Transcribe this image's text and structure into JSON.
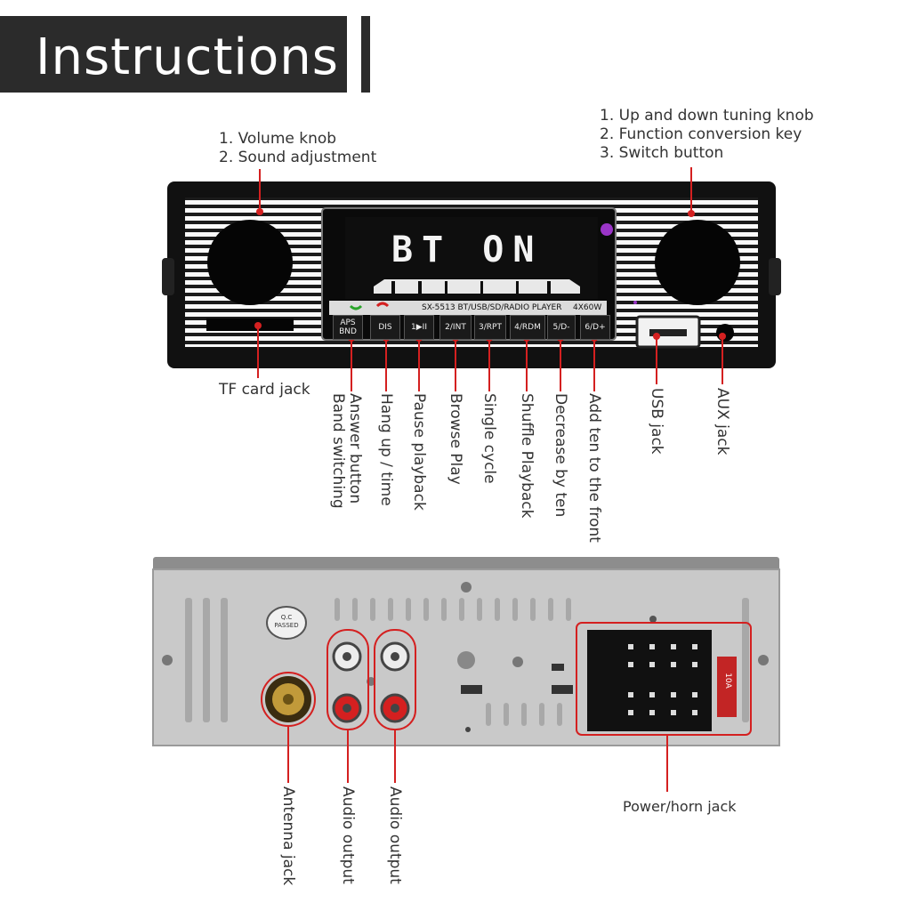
{
  "header": {
    "title": "Instructions"
  },
  "front": {
    "left_knob": [
      "1. Volume knob",
      "2. Sound adjustment"
    ],
    "right_knob": [
      "1. Up and down tuning knob",
      "2. Function conversion key",
      "3. Switch button"
    ],
    "lcd_text": "BT ON",
    "model_line": "SX-5513   BT/USB/SD/RADIO PLAYER",
    "power_line": "4X60W",
    "buttons": [
      "APS\nBND",
      "DIS",
      "1▶II",
      "2/INT",
      "3/RPT",
      "4/RDM",
      "5/D-",
      "6/D+"
    ],
    "tf_label": "TF card jack",
    "button_labels": [
      "Answer button\nBand switching",
      "Hang up / time",
      "Pause playback",
      "Browse Play",
      "Single cycle",
      "Shuffle Playback",
      "Decrease by ten",
      "Add ten to the front"
    ],
    "usb_label": "USB jack",
    "aux_label": "AUX jack"
  },
  "back": {
    "qc_stamp": "Q.C PASSED",
    "antenna_label": "Antenna jack",
    "audio_label_1": "Audio output",
    "audio_label_2": "Audio output",
    "power_label": "Power/horn jack",
    "fuse_label": "10A"
  },
  "colors": {
    "annotation_red": "#d42020",
    "banner": "#2b2b2b",
    "panel_silver": "#c9c9c9"
  }
}
